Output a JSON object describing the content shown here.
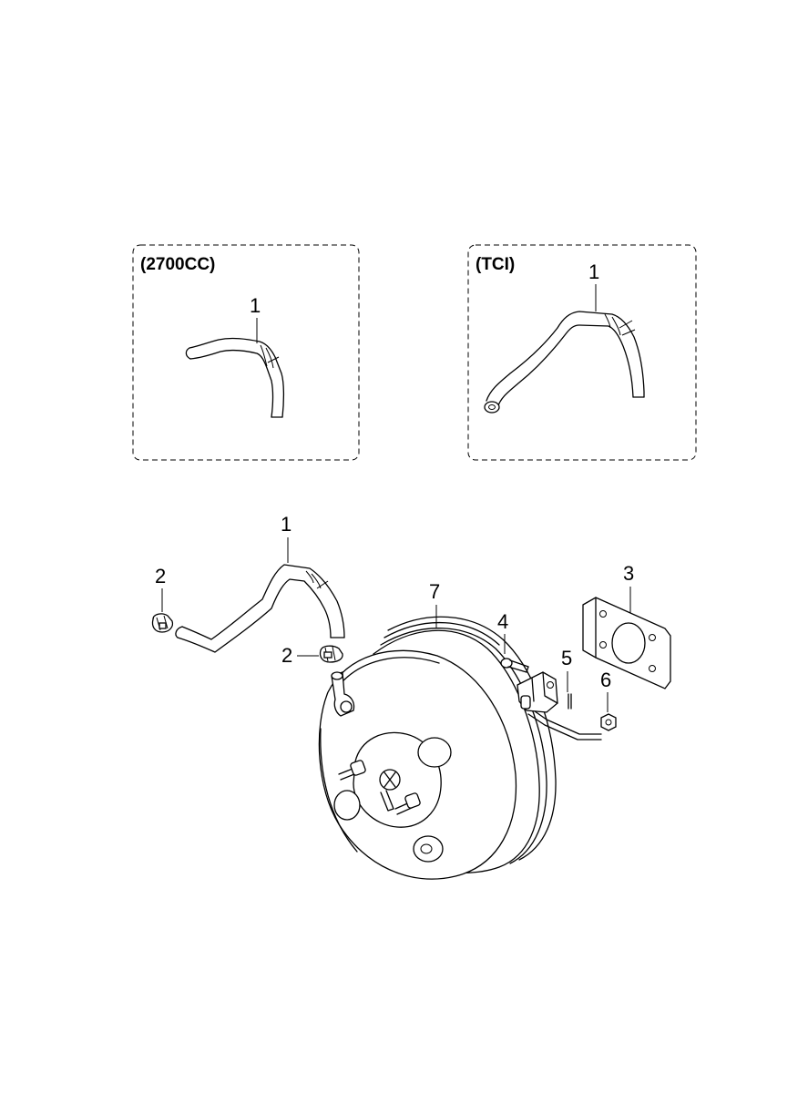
{
  "variants": [
    {
      "label": "(2700CC)",
      "callout": "1"
    },
    {
      "label": "(TCI)",
      "callout": "1"
    }
  ],
  "main_callouts": {
    "hose": "1",
    "clamp_left": "2",
    "clamp_right": "2",
    "gasket": "3",
    "bolt": "4",
    "pin": "5",
    "nut": "6",
    "booster": "7"
  }
}
